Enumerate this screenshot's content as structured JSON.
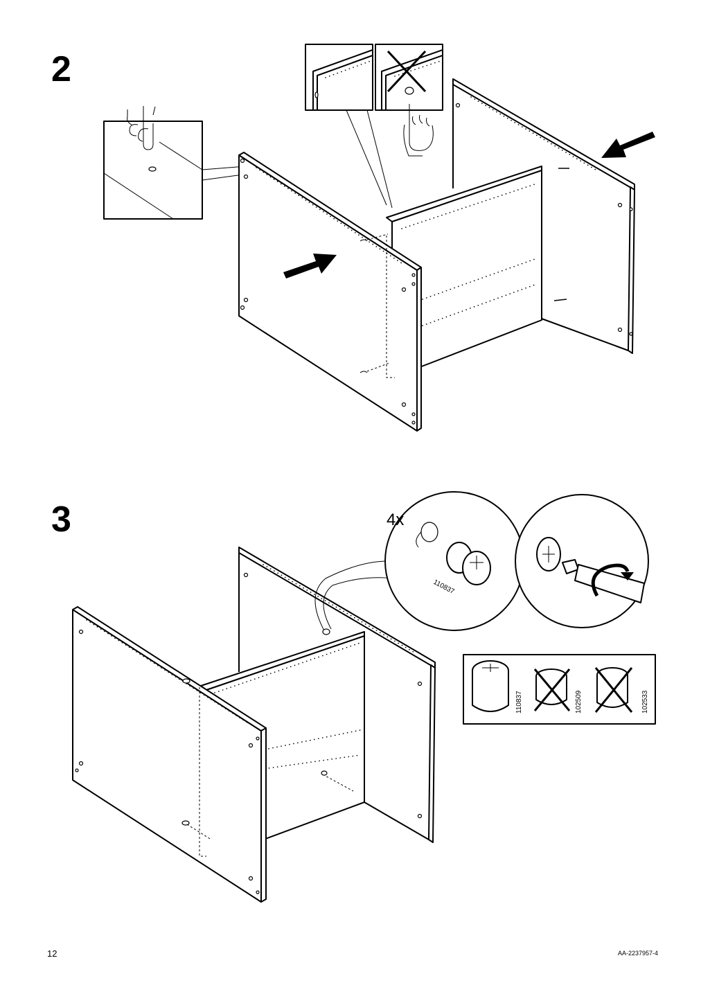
{
  "step2": {
    "number": "2"
  },
  "step3": {
    "number": "3",
    "quantity": "4x",
    "part_label": "110837",
    "compare": [
      "110837",
      "102509",
      "102533"
    ]
  },
  "footer": {
    "page_number": "12",
    "doc_code": "AA-2237957-4"
  },
  "icons": [
    "finger-press-icon",
    "cross-icon",
    "push-arrow-icon",
    "cam-lock-icon",
    "screwdriver-icon",
    "rotate-arrow-icon"
  ]
}
